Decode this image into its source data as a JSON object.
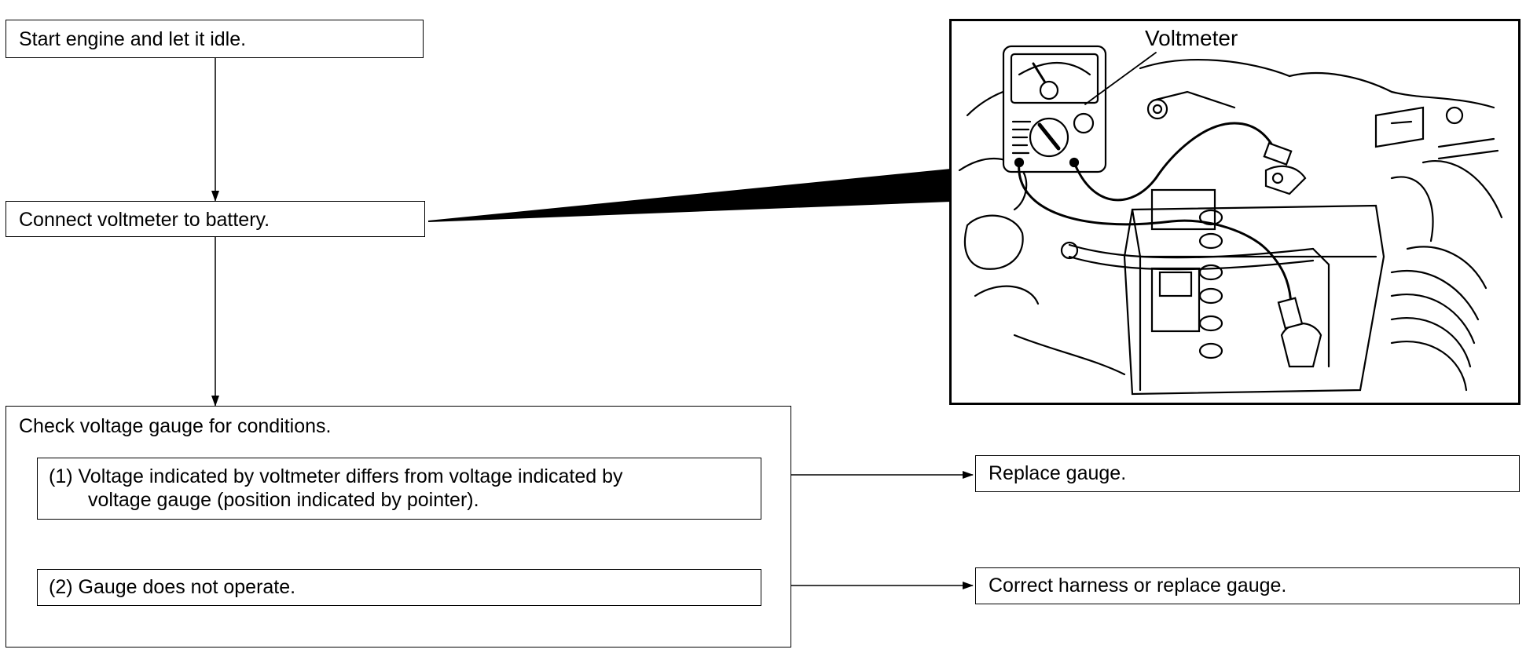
{
  "steps": {
    "step1": "Start engine and let it idle.",
    "step2": "Connect voltmeter to battery.",
    "step3": "Check voltage gauge for conditions."
  },
  "conditions": [
    {
      "line1": "(1) Voltage indicated by voltmeter differs from voltage indicated by",
      "line2": "voltage gauge (position indicated by pointer)."
    },
    {
      "line1": "(2) Gauge does not operate."
    }
  ],
  "results": [
    "Replace gauge.",
    "Correct harness or replace gauge."
  ],
  "illustration": {
    "label": "Voltmeter"
  }
}
